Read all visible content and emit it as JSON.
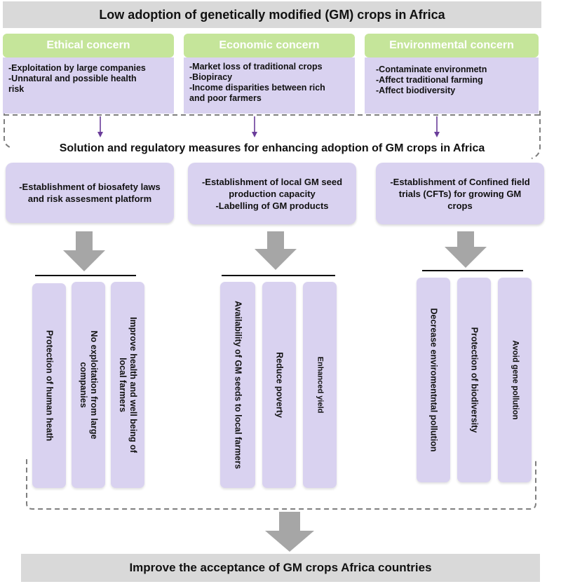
{
  "title": "Low adoption of genetically modified (GM) crops in Africa",
  "concerns": [
    {
      "heading": "Ethical concern",
      "items": [
        "-Exploitation by large companies",
        "-Unnatural and possible health",
        "risk"
      ]
    },
    {
      "heading": "Economic concern",
      "items": [
        "-Market loss of traditional crops",
        "-Biopiracy",
        "-Income disparities between rich",
        "and poor farmers"
      ]
    },
    {
      "heading": "Environmental concern",
      "items": [
        "-Contaminate environmetn",
        "-Affect traditional farming",
        "-Affect biodiversity"
      ]
    }
  ],
  "solution_title": "Solution and regulatory measures for enhancing adoption of GM crops in Africa",
  "solutions": [
    {
      "lines": [
        "-Establishment of biosafety laws",
        "and risk assesment platform"
      ]
    },
    {
      "lines": [
        "-Establishment of local GM seed",
        "production capacity",
        "-Labelling of GM products"
      ]
    },
    {
      "lines": [
        "-Establishment of Confined field",
        "trials (CFTs) for growing GM",
        "crops"
      ]
    }
  ],
  "outcomes": [
    [
      {
        "lines": [
          "Protection of human heath"
        ]
      },
      {
        "lines": [
          "No exploitation from large",
          "companies"
        ]
      },
      {
        "lines": [
          "Improve health and well being of",
          "local farmers"
        ]
      }
    ],
    [
      {
        "lines": [
          "Availability of GM seeds to local farmers"
        ]
      },
      {
        "lines": [
          "Reduce poverty"
        ]
      },
      {
        "lines": [
          "Enhanced yield"
        ]
      }
    ],
    [
      {
        "lines": [
          "Decrease enviromentntal pollution"
        ]
      },
      {
        "lines": [
          "Protection of biodiversity"
        ]
      },
      {
        "lines": [
          "Avoid gene pollution"
        ]
      }
    ]
  ],
  "final": "Improve the acceptance of GM crops Africa countries",
  "colors": {
    "header_green": "#c5e59a",
    "box_lavender": "#d9d2f0",
    "title_gray": "#d9d9d9",
    "arrow_gray": "#a6a6a6",
    "small_arrow": "#6a3d9a",
    "dashed": "#7f7f7f"
  }
}
